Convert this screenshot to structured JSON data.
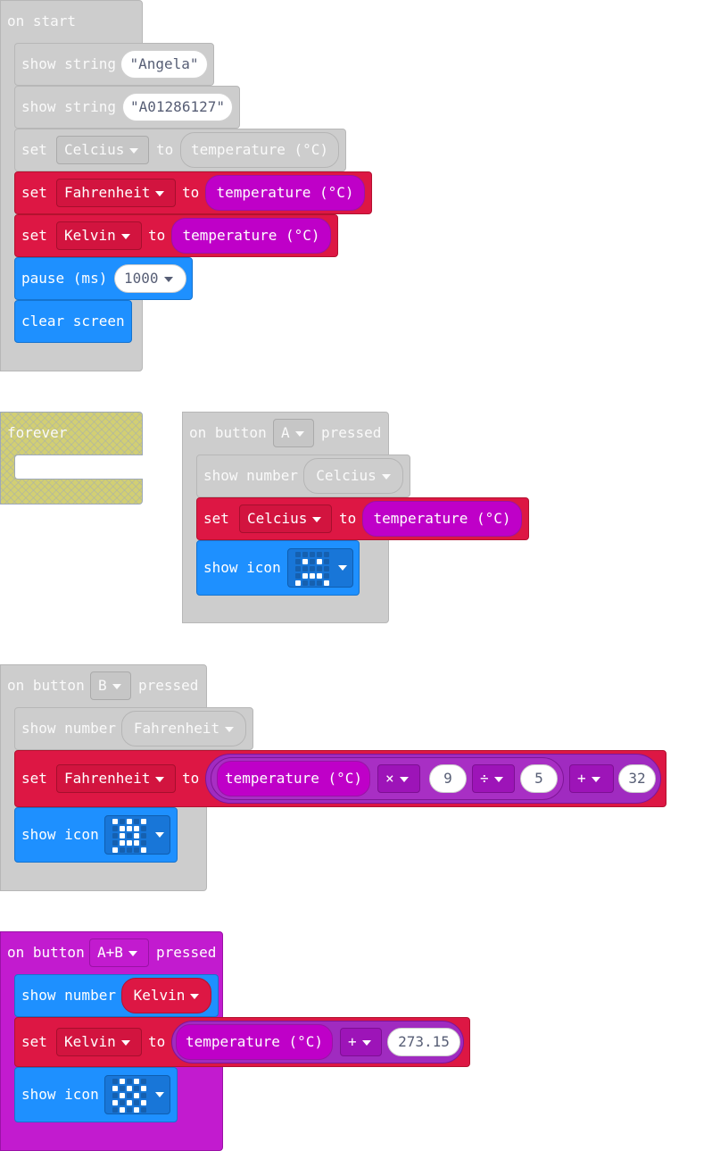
{
  "on_start": {
    "header": "on start",
    "show_string_1": {
      "label": "show string",
      "value": "\"Angela\""
    },
    "show_string_2": {
      "label": "show string",
      "value": "\"A01286127\""
    },
    "set_celcius": {
      "set": "set",
      "var": "Celcius",
      "to": "to",
      "value": "temperature (°C)"
    },
    "set_fahrenheit": {
      "set": "set",
      "var": "Fahrenheit",
      "to": "to",
      "value": "temperature (°C)"
    },
    "set_kelvin": {
      "set": "set",
      "var": "Kelvin",
      "to": "to",
      "value": "temperature (°C)"
    },
    "pause": {
      "label": "pause (ms)",
      "value": "1000"
    },
    "clear_screen": "clear screen"
  },
  "forever": {
    "header": "forever"
  },
  "button_a": {
    "header_pre": "on button",
    "button": "A",
    "header_post": "pressed",
    "show_number": {
      "label": "show number",
      "value": "Celcius"
    },
    "set_celcius": {
      "set": "set",
      "var": "Celcius",
      "to": "to",
      "value": "temperature (°C)"
    },
    "show_icon": {
      "label": "show icon"
    }
  },
  "button_b": {
    "header_pre": "on button",
    "button": "B",
    "header_post": "pressed",
    "show_number": {
      "label": "show number",
      "value": "Fahrenheit"
    },
    "set_fahrenheit": {
      "set": "set",
      "var": "Fahrenheit",
      "to": "to",
      "value": "temperature (°C)",
      "op_mul": "×",
      "num_9": "9",
      "op_div": "÷",
      "num_5": "5",
      "op_add": "+",
      "num_32": "32"
    },
    "show_icon": {
      "label": "show icon"
    }
  },
  "button_ab": {
    "header_pre": "on button",
    "button": "A+B",
    "header_post": "pressed",
    "show_number": {
      "label": "show number",
      "value": "Kelvin"
    },
    "set_kelvin": {
      "set": "set",
      "var": "Kelvin",
      "to": "to",
      "value": "temperature (°C)",
      "op_add": "+",
      "num": "273.15"
    },
    "show_icon": {
      "label": "show icon"
    }
  },
  "colors": {
    "variables": "#dd1744",
    "basic": "#1e90ff",
    "input": "#c21bcf",
    "math": "#a02bc0",
    "disabled": "#cdcdcd"
  }
}
